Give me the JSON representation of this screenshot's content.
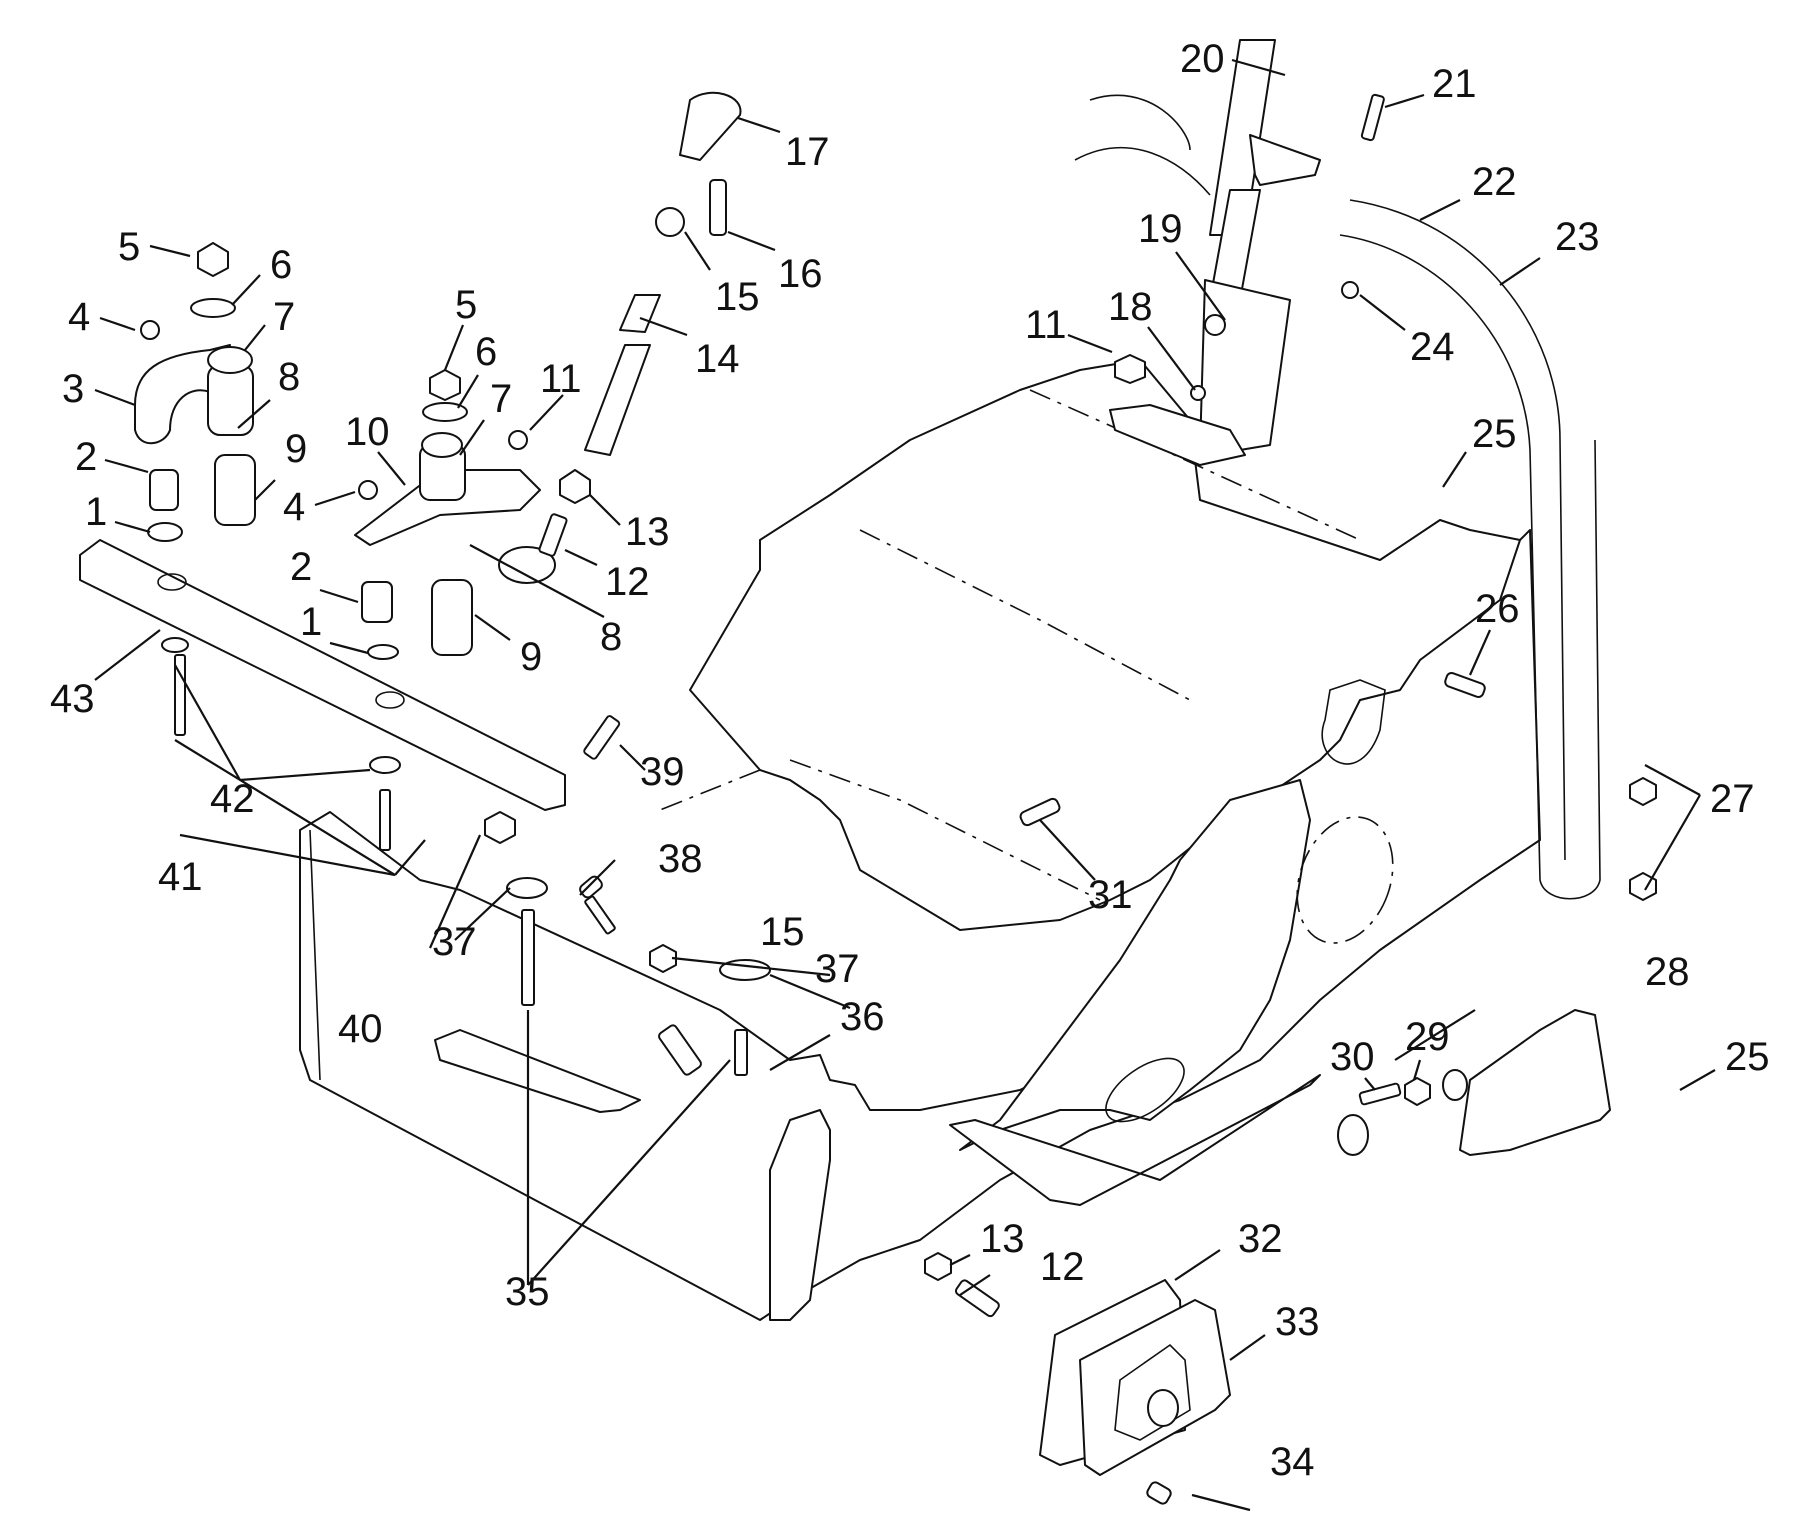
{
  "diagram": {
    "type": "exploded parts diagram",
    "subject": "steering column / frame assembly",
    "line_color": "#111111",
    "background": "#ffffff",
    "callouts": [
      {
        "id": "c5a",
        "label": "5"
      },
      {
        "id": "c6a",
        "label": "6"
      },
      {
        "id": "c4a",
        "label": "4"
      },
      {
        "id": "c7a",
        "label": "7"
      },
      {
        "id": "c3",
        "label": "3"
      },
      {
        "id": "c8a",
        "label": "8"
      },
      {
        "id": "c2a",
        "label": "2"
      },
      {
        "id": "c9a",
        "label": "9"
      },
      {
        "id": "c1a",
        "label": "1"
      },
      {
        "id": "c43",
        "label": "43"
      },
      {
        "id": "c5b",
        "label": "5"
      },
      {
        "id": "c6b",
        "label": "6"
      },
      {
        "id": "c7b",
        "label": "7"
      },
      {
        "id": "c11a",
        "label": "11"
      },
      {
        "id": "c10",
        "label": "10"
      },
      {
        "id": "c4b",
        "label": "4"
      },
      {
        "id": "c13a",
        "label": "13"
      },
      {
        "id": "c12a",
        "label": "12"
      },
      {
        "id": "c2b",
        "label": "2"
      },
      {
        "id": "c1b",
        "label": "1"
      },
      {
        "id": "c9b",
        "label": "9"
      },
      {
        "id": "c8b",
        "label": "8"
      },
      {
        "id": "c17",
        "label": "17"
      },
      {
        "id": "c16",
        "label": "16"
      },
      {
        "id": "c15a",
        "label": "15"
      },
      {
        "id": "c14",
        "label": "14"
      },
      {
        "id": "c20",
        "label": "20"
      },
      {
        "id": "c21",
        "label": "21"
      },
      {
        "id": "c22",
        "label": "22"
      },
      {
        "id": "c23",
        "label": "23"
      },
      {
        "id": "c19",
        "label": "19"
      },
      {
        "id": "c11b",
        "label": "11"
      },
      {
        "id": "c18",
        "label": "18"
      },
      {
        "id": "c24",
        "label": "24"
      },
      {
        "id": "c25a",
        "label": "25"
      },
      {
        "id": "c26",
        "label": "26"
      },
      {
        "id": "c27",
        "label": "27"
      },
      {
        "id": "c39",
        "label": "39"
      },
      {
        "id": "c42",
        "label": "42"
      },
      {
        "id": "c41",
        "label": "41"
      },
      {
        "id": "c38",
        "label": "38"
      },
      {
        "id": "c37a",
        "label": "37"
      },
      {
        "id": "c40",
        "label": "40"
      },
      {
        "id": "c15b",
        "label": "15"
      },
      {
        "id": "c37b",
        "label": "37"
      },
      {
        "id": "c31",
        "label": "31"
      },
      {
        "id": "c36",
        "label": "36"
      },
      {
        "id": "c28",
        "label": "28"
      },
      {
        "id": "c29",
        "label": "29"
      },
      {
        "id": "c30",
        "label": "30"
      },
      {
        "id": "c25b",
        "label": "25"
      },
      {
        "id": "c35",
        "label": "35"
      },
      {
        "id": "c13b",
        "label": "13"
      },
      {
        "id": "c12b",
        "label": "12"
      },
      {
        "id": "c32",
        "label": "32"
      },
      {
        "id": "c33",
        "label": "33"
      },
      {
        "id": "c34",
        "label": "34"
      }
    ]
  }
}
